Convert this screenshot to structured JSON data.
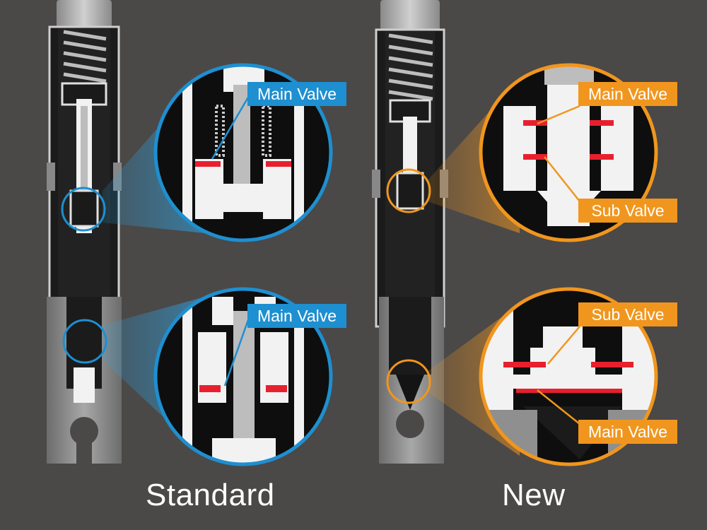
{
  "colors": {
    "background": "#4b4848",
    "standard_accent": "#1e8fd0",
    "new_accent": "#f0961e",
    "valve_red": "#e8202e",
    "part_white": "#f2f2f2",
    "part_dark": "#141414"
  },
  "standard": {
    "caption": "Standard",
    "callouts": {
      "upper": "Main Valve",
      "lower": "Main Valve"
    }
  },
  "new": {
    "caption": "New",
    "callouts": {
      "upper_main": "Main Valve",
      "upper_sub": "Sub Valve",
      "lower_sub": "Sub Valve",
      "lower_main": "Main Valve"
    }
  }
}
